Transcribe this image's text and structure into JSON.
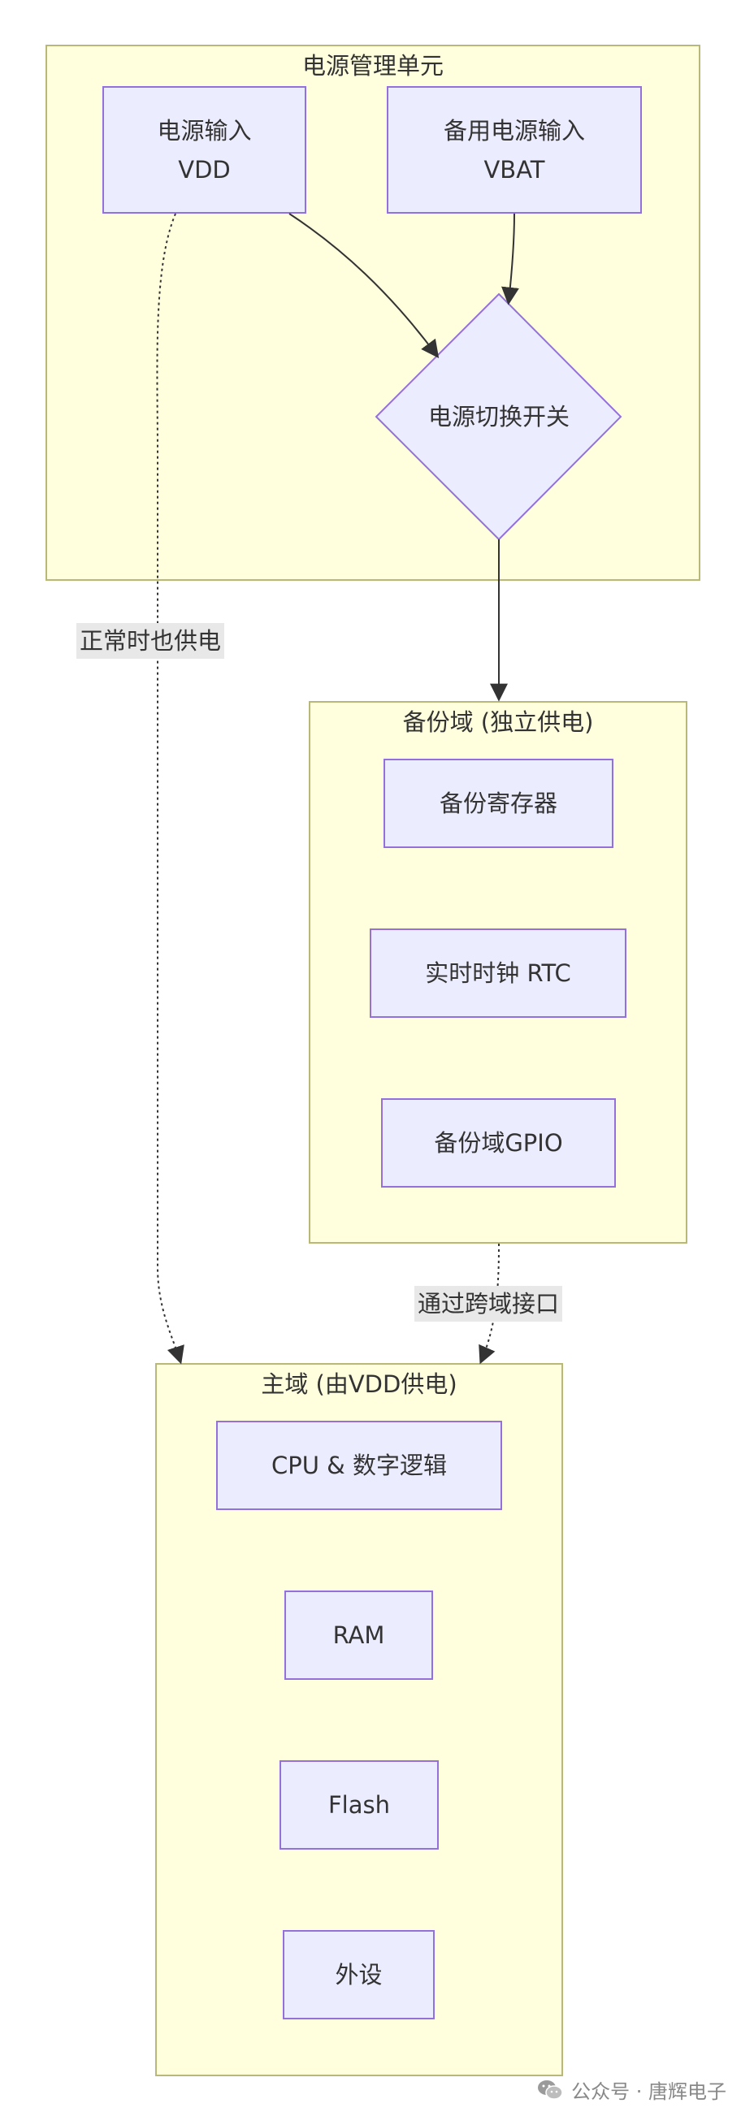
{
  "clusters": {
    "power_mgmt": {
      "title": "电源管理单元"
    },
    "backup_domain": {
      "title": "备份域 (独立供电)"
    },
    "main_domain": {
      "title": "主域 (由VDD供电)"
    }
  },
  "nodes": {
    "vdd_input": {
      "line1": "电源输入",
      "line2": "VDD"
    },
    "vbat_input": {
      "line1": "备用电源输入",
      "line2": "VBAT"
    },
    "power_switch": {
      "label": "电源切换开关"
    },
    "backup_registers": {
      "label": "备份寄存器"
    },
    "rtc": {
      "label": "实时时钟 RTC"
    },
    "backup_gpio": {
      "label": "备份域GPIO"
    },
    "cpu_logic": {
      "label": "CPU & 数字逻辑"
    },
    "ram": {
      "label": "RAM"
    },
    "flash": {
      "label": "Flash"
    },
    "peripherals": {
      "label": "外设"
    }
  },
  "edges": {
    "vdd_to_main": {
      "label": "正常时也供电"
    },
    "backup_to_main": {
      "label": "通过跨域接口"
    }
  },
  "watermark": {
    "text": "公众号 · 唐辉电子"
  },
  "colors": {
    "cluster_fill": "#ffffde",
    "cluster_border": "#b8b878",
    "node_fill": "#ececff",
    "node_border": "#9370db",
    "edge": "#333333",
    "edge_label_bg": "#e8e8e8"
  }
}
